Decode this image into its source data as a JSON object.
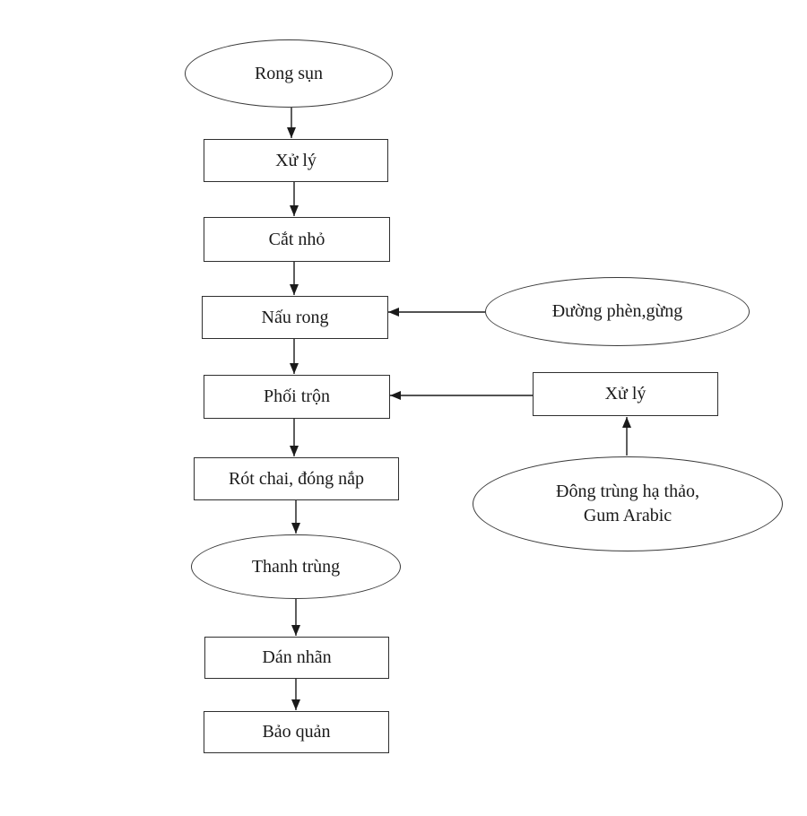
{
  "diagram": {
    "type": "flowchart",
    "background_color": "#ffffff",
    "stroke_color": "#2f2f2f",
    "text_color": "#1a1a1a",
    "nodes": {
      "rong_sun": {
        "shape": "ellipse",
        "label": "Rong sụn"
      },
      "xu_ly_1": {
        "shape": "rect",
        "label": "Xử lý"
      },
      "cat_nho": {
        "shape": "rect",
        "label": "Cắt nhỏ"
      },
      "nau_rong": {
        "shape": "rect",
        "label": "Nấu rong"
      },
      "duong_phen_gung": {
        "shape": "ellipse",
        "label": "Đường phèn,gừng"
      },
      "phoi_tron": {
        "shape": "rect",
        "label": "Phối trộn"
      },
      "xu_ly_2": {
        "shape": "rect",
        "label": "Xử lý"
      },
      "dong_trung_gum": {
        "shape": "ellipse",
        "label": "Đông trùng hạ thảo,\nGum Arabic"
      },
      "rot_chai": {
        "shape": "rect",
        "label": "Rót chai, đóng nắp"
      },
      "thanh_trung": {
        "shape": "ellipse",
        "label": "Thanh trùng"
      },
      "dan_nhan": {
        "shape": "rect",
        "label": "Dán nhãn"
      },
      "bao_quan": {
        "shape": "rect",
        "label": "Bảo quản"
      }
    },
    "edges": [
      {
        "from": "rong_sun",
        "to": "xu_ly_1",
        "direction": "down"
      },
      {
        "from": "xu_ly_1",
        "to": "cat_nho",
        "direction": "down"
      },
      {
        "from": "cat_nho",
        "to": "nau_rong",
        "direction": "down"
      },
      {
        "from": "duong_phen_gung",
        "to": "nau_rong",
        "direction": "left"
      },
      {
        "from": "nau_rong",
        "to": "phoi_tron",
        "direction": "down"
      },
      {
        "from": "xu_ly_2",
        "to": "phoi_tron",
        "direction": "left"
      },
      {
        "from": "dong_trung_gum",
        "to": "xu_ly_2",
        "direction": "up"
      },
      {
        "from": "phoi_tron",
        "to": "rot_chai",
        "direction": "down"
      },
      {
        "from": "rot_chai",
        "to": "thanh_trung",
        "direction": "down"
      },
      {
        "from": "thanh_trung",
        "to": "dan_nhan",
        "direction": "down"
      },
      {
        "from": "dan_nhan",
        "to": "bao_quan",
        "direction": "down"
      }
    ]
  }
}
